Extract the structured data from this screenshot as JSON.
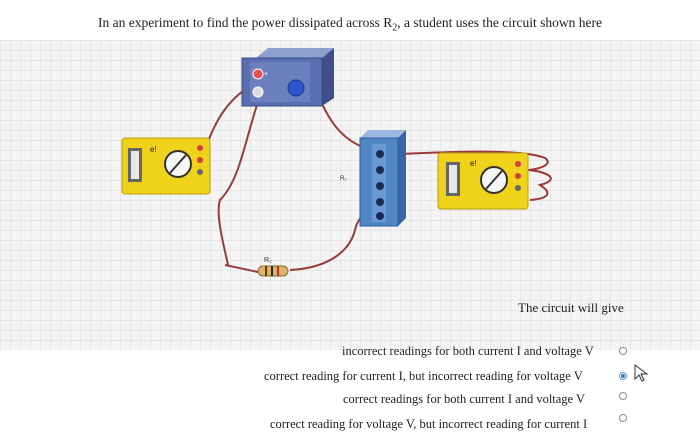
{
  "question": {
    "prefix": "In an experiment to find the power dissipated across R",
    "subscript": "2",
    "suffix": ", a student uses the circuit shown here"
  },
  "figure": {
    "meter_left_label": "e!",
    "meter_right_label": "e!",
    "resistor1_label": "R₁",
    "resistor2_label": "R₂",
    "battery_plus": "+"
  },
  "prompt": "The circuit will give",
  "options": [
    {
      "label": "incorrect readings for both current I and voltage V",
      "selected": false
    },
    {
      "label": "correct reading for current I, but incorrect reading for voltage V",
      "selected": true
    },
    {
      "label": "correct readings for both current I and voltage V",
      "selected": false
    },
    {
      "label": "correct reading for voltage V, but incorrect reading for current I",
      "selected": false
    }
  ],
  "colors": {
    "wire": "#9a3b3b",
    "meter_body": "#f0d21a",
    "battery_body": "#5a6fb0",
    "board_body": "#4f86c4"
  }
}
